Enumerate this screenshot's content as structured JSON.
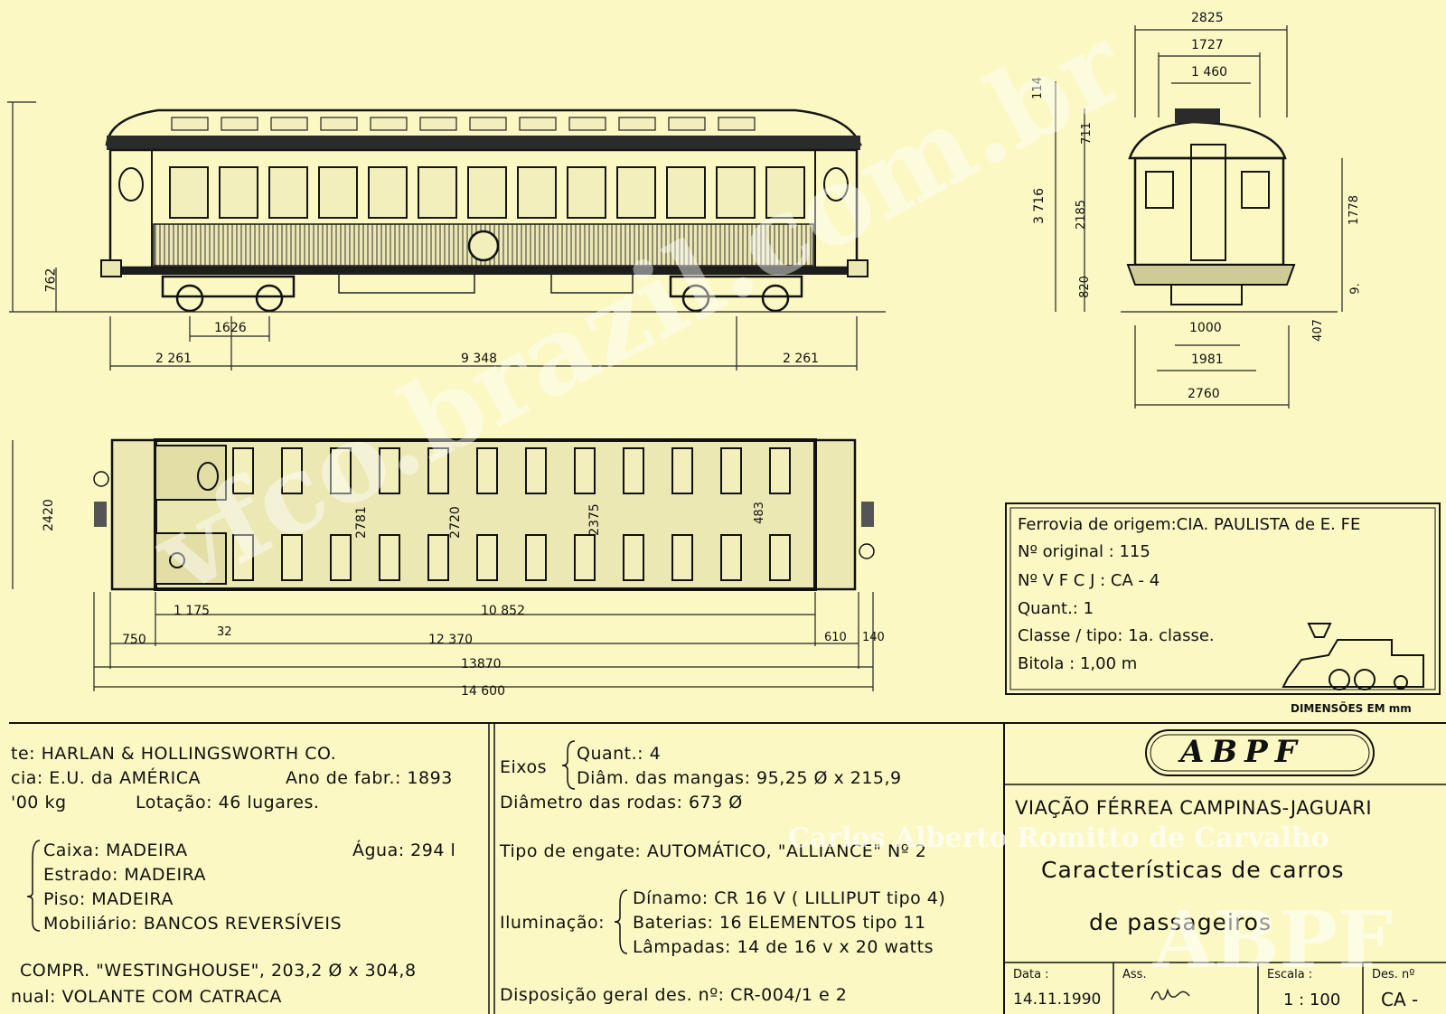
{
  "dimensions": {
    "side_view": {
      "height_total": "",
      "h_762": "762",
      "bogie_wheelbase": "1626",
      "overhang_left": "2 261",
      "bogie_centers": "9 348",
      "overhang_right": "2 261"
    },
    "end_view": {
      "w_2825": "2825",
      "w_1727": "1727",
      "w_1460": "1 460",
      "h_114": "114",
      "h_711": "711",
      "h_3716": "3 716",
      "h_2185": "2185",
      "h_820": "820",
      "h_1778": "1778",
      "h_9": "9.",
      "w_1000": "1000",
      "h_407": "407",
      "w_1981": "1981",
      "w_2760": "2760"
    },
    "plan_view": {
      "w_2420": "2420",
      "w_2781": "2781",
      "w_2720": "2720",
      "w_2375": "2375",
      "w_483": "483",
      "l_1175": "1 175",
      "l_10852": "10 852",
      "l_32": "32",
      "l_750": "750",
      "l_12370": "12 370",
      "l_610": "610",
      "l_140": "140",
      "l_13870": "13870",
      "l_14600": "14 600"
    }
  },
  "info_box": {
    "ferrovia": "Ferrovia de origem:CIA. PAULISTA de E. FE",
    "no_original": "Nº original : 115",
    "no_vfcj": "Nº V F C J   : CA - 4",
    "quant": "Quant.: 1",
    "classe": "Classe / tipo: 1a. classe.",
    "bitola": "Bitola : 1,00 m",
    "dimensoes": "DIMENSÕES EM mm"
  },
  "col1": {
    "fabricante": "te: HARLAN & HOLLINGSWORTH CO.",
    "proc": "cia: E.U. da AMÉRICA",
    "ano": "Ano de fabr.: 1893",
    "peso": "'00 kg",
    "lotacao": "Lotação: 46 lugares.",
    "caixa": "Caixa: MADEIRA",
    "agua": "Água: 294 l",
    "estrado": "Estrado: MADEIRA",
    "piso": "Piso: MADEIRA",
    "mobiliario": "Mobiliário: BANCOS  REVERSÍVEIS",
    "compr": "COMPR. \"WESTINGHOUSE\", 203,2 Ø x 304,8",
    "manual": "nual: VOLANTE COM CATRACA"
  },
  "col2": {
    "eixos": "Eixos",
    "eixos_quant": "Quant.:  4",
    "eixos_diam": "Diâm. das mangas: 95,25 Ø x 215,9",
    "rodas": "Diâmetro das rodas: 673 Ø",
    "engate": "Tipo de engate: AUTOMÁTICO, \"ALLIANCE\" Nº 2",
    "iluminacao": "Iluminação:",
    "dinamo": "Dínamo: CR 16 V ( LILLIPUT tipo 4)",
    "baterias": "Baterias:      16 ELEMENTOS tipo 11",
    "lampadas": "Lâmpadas: 14 de 16 v  x  20 watts",
    "disposicao": "Disposição geral des. nº: CR-004/1 e 2"
  },
  "title_block": {
    "logo": "ABPF",
    "company": "VIAÇÃO FÉRREA CAMPINAS-JAGUARI",
    "title1": "Características  de carros",
    "title2": "de  passageiros",
    "data_label": "Data :",
    "data_value": "14.11.1990",
    "ass_label": "Ass.",
    "escala_label": "Escala :",
    "escala_value": "1 : 100",
    "des_label": "Des. nº",
    "des_value": "CA -"
  },
  "watermarks": {
    "site": "vfco.brazil.com.br",
    "author": "Carlos Alberto Romitto de Carvalho",
    "abpf": "ABPF"
  }
}
